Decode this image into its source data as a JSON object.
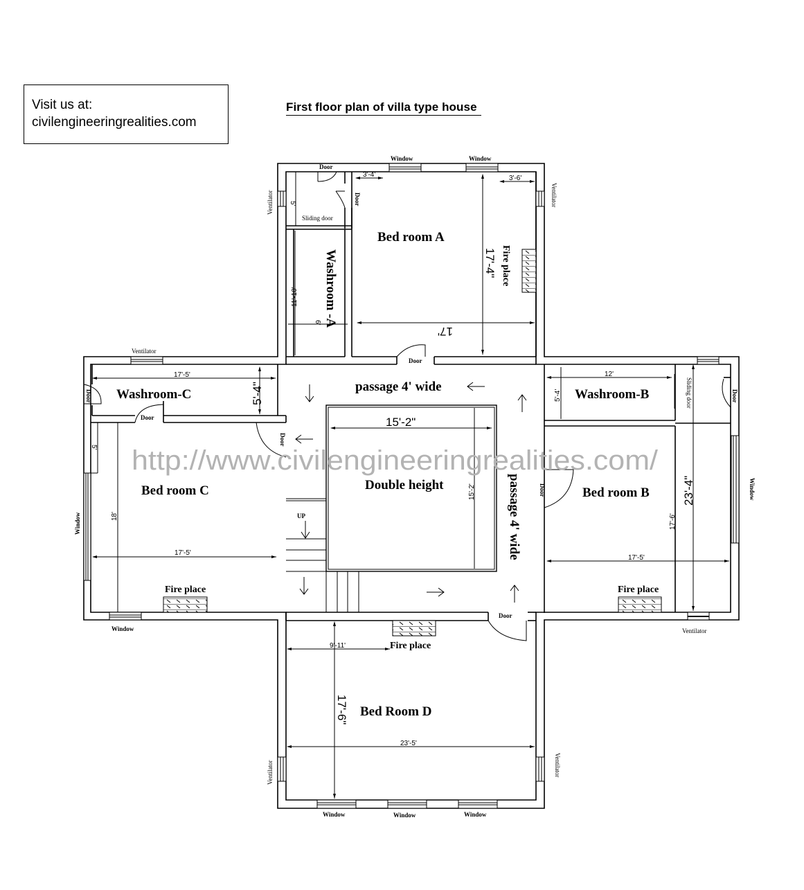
{
  "header": {
    "visit_line1": "Visit us at:",
    "visit_line2": "civilengineeringrealities.com",
    "title": "First floor plan of villa type house"
  },
  "watermark": "http://www.civilengineeringrealities.com/",
  "rooms": {
    "bedroom_a": {
      "label": "Bed room A",
      "dim_width": "17'",
      "dim_height": "17'-4\"",
      "dim_left_offset": "3'-4'",
      "dim_right_offset": "3'-6'"
    },
    "washroom_a": {
      "label": "Washroom -A",
      "dim_height": "11'-10'",
      "dim_width": "6'"
    },
    "closet_a": {
      "dim_height": "5'",
      "sliding_door": "Sliding door"
    },
    "washroom_c": {
      "label": "Washroom-C",
      "dim_width": "17'-5'",
      "dim_height": "5'-4\""
    },
    "bedroom_c": {
      "label": "Bed room C",
      "dim_width": "17'-5'",
      "dim_height": "18'",
      "closet_dim": "5'"
    },
    "washroom_b": {
      "label": "Washroom-B",
      "dim_width": "12'",
      "dim_height": "5'-4'"
    },
    "bedroom_b": {
      "label": "Bed room B",
      "dim_width": "17'-5'",
      "dim_height": "17'-6'",
      "dim_total": "23'-4\""
    },
    "bedroom_d": {
      "label": "Bed Room D",
      "dim_width": "23'-5'",
      "dim_height": "17'-6\"",
      "dim_offset": "9'-11'"
    },
    "double_height": {
      "label": "Double height",
      "dim_width": "15'-2\"",
      "dim_height": "15'-2'"
    },
    "passage_top": {
      "label": "passage 4' wide"
    },
    "passage_right": {
      "label": "passage 4' wide"
    },
    "stairs": {
      "label": "UP"
    }
  },
  "annotations": {
    "door": "Door",
    "window": "Window",
    "ventilator": "Ventilator",
    "sliding_door": "Sliding door",
    "fire_place": "Fire place"
  }
}
